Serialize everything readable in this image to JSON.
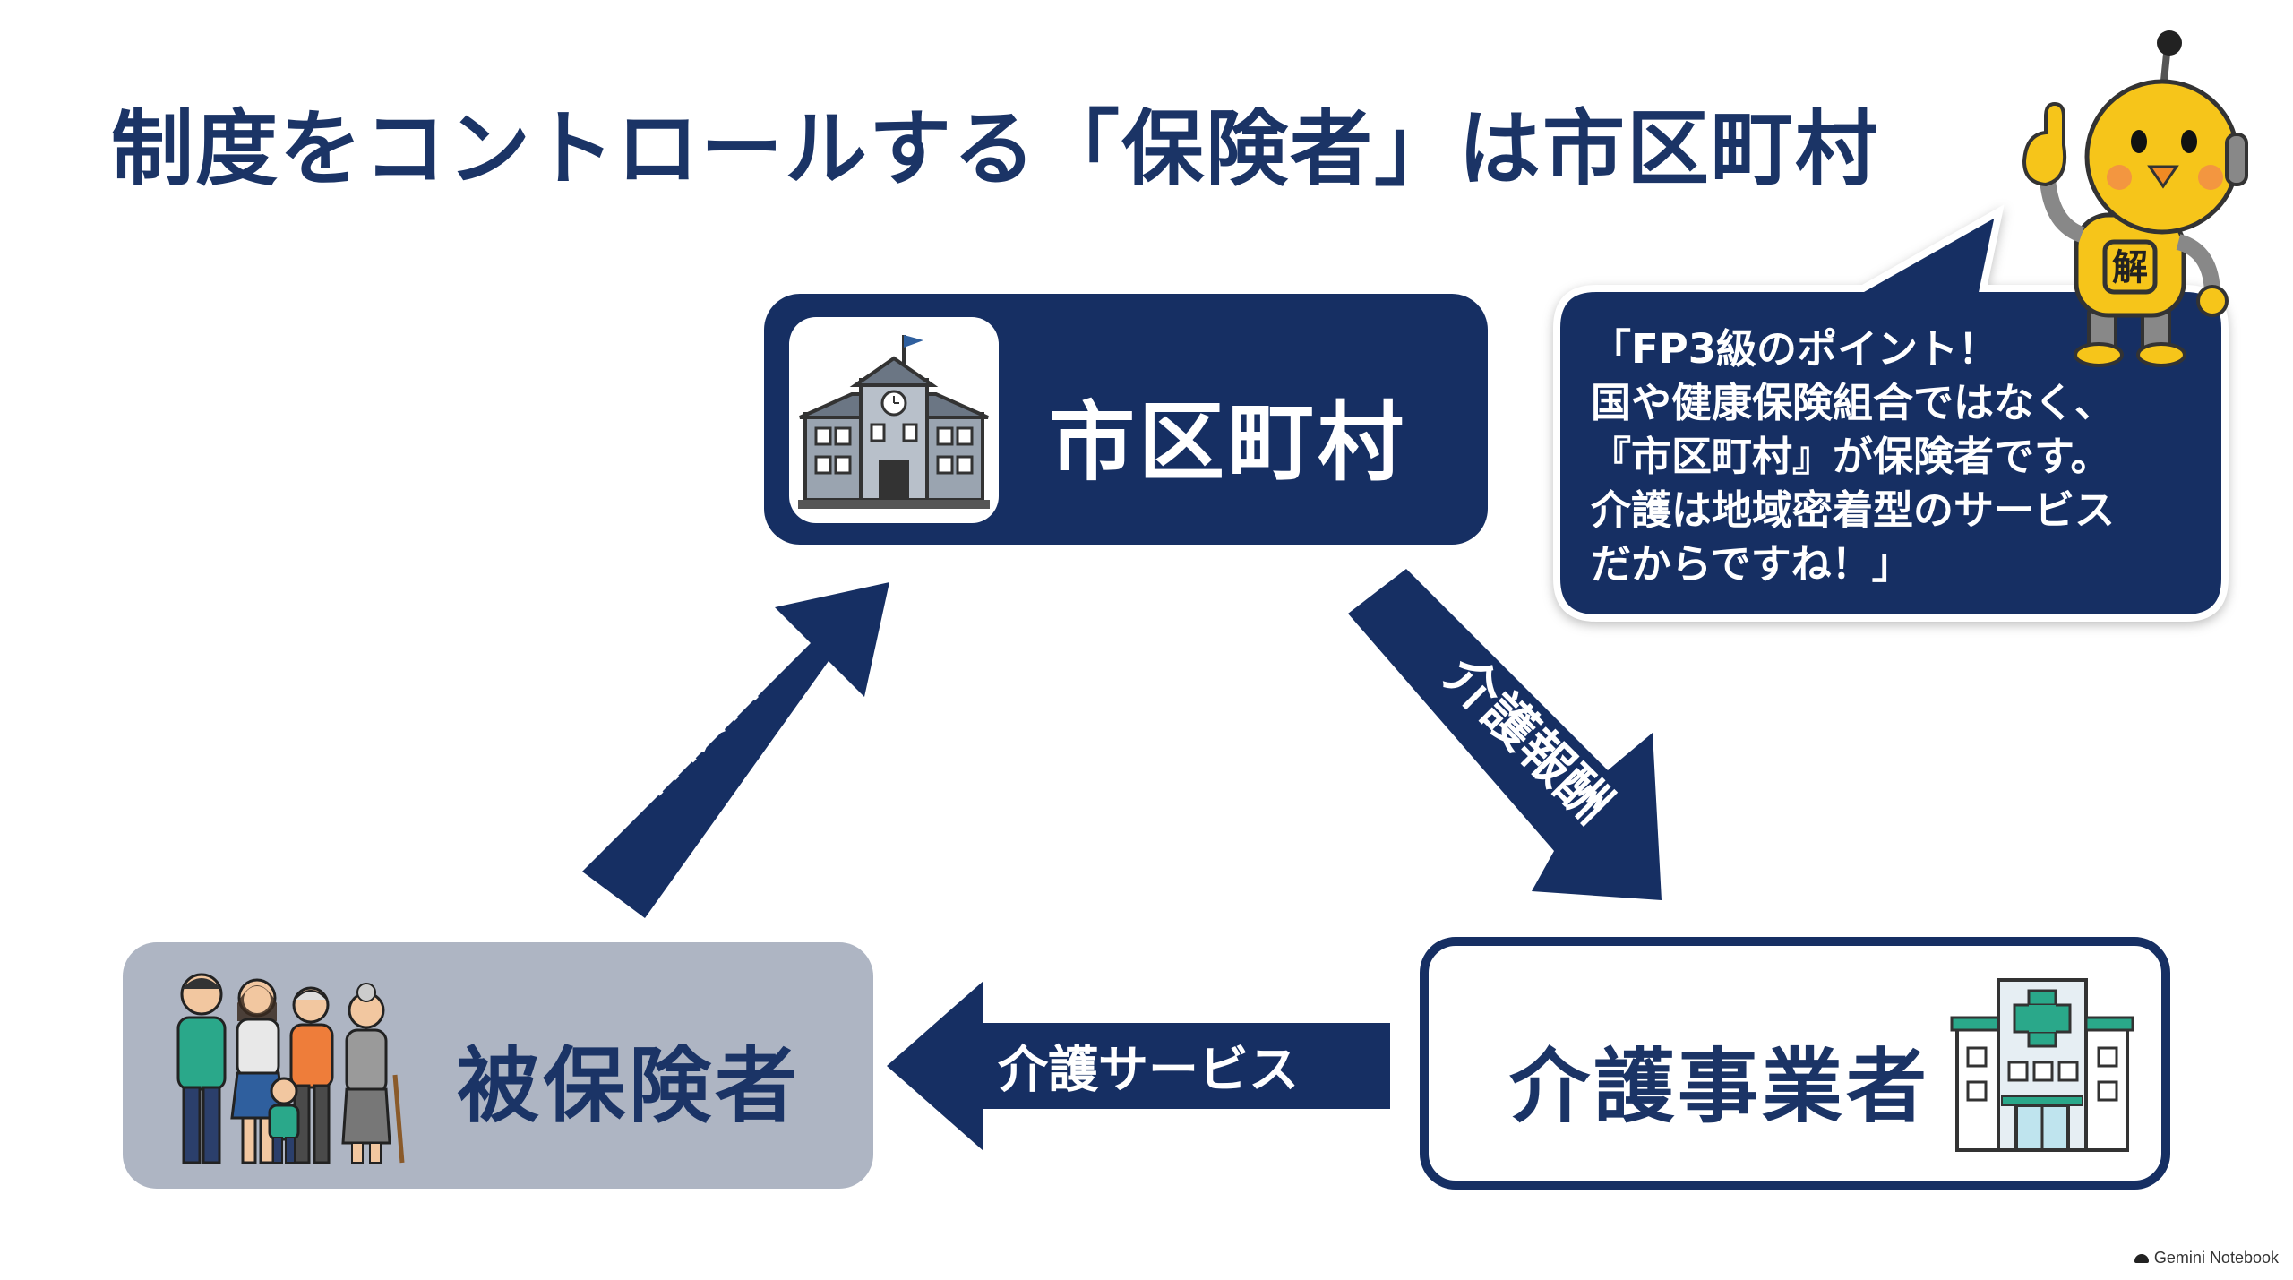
{
  "title": "制度をコントロールする「保険者」は市区町村",
  "nodes": {
    "municipality": "市区町村",
    "insured": "被保険者",
    "provider": "介護事業者"
  },
  "arrows": {
    "premium": "保険料",
    "care_fee": "介護報酬",
    "care_service": "介護サービス"
  },
  "bubble": {
    "lines": [
      "「FP3級のポイント！",
      "国や健康保険組合ではなく、",
      "『市区町村』が保険者です。",
      "介護は地域密着型のサービス",
      "だからですね！」"
    ]
  },
  "mascot": {
    "badge": "解"
  },
  "watermark": "Gemini Notebook",
  "colors": {
    "navy": "#162f63",
    "grey_box": "#aeb5c3",
    "mascot_yellow": "#f6c51a",
    "hospital_green": "#2aa88a"
  }
}
